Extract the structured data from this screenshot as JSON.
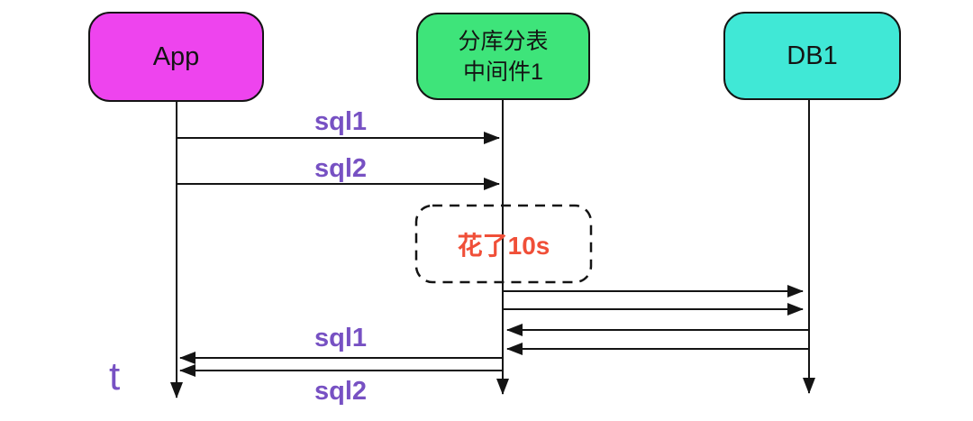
{
  "actors": {
    "app": {
      "label": "App",
      "fill": "#ee44ee"
    },
    "middleware": {
      "label_line1": "分库分表",
      "label_line2": "中间件1",
      "fill": "#3ee47a"
    },
    "db1": {
      "label": "DB1",
      "fill": "#40e8d6"
    }
  },
  "flows": [
    {
      "from": "App",
      "to": "分库分表中间件1",
      "label": "sql1"
    },
    {
      "from": "App",
      "to": "分库分表中间件1",
      "label": "sql2"
    },
    {
      "from": "分库分表中间件1",
      "to": "DB1",
      "label": ""
    },
    {
      "from": "分库分表中间件1",
      "to": "DB1",
      "label": ""
    },
    {
      "from": "DB1",
      "to": "分库分表中间件1",
      "label": ""
    },
    {
      "from": "DB1",
      "to": "分库分表中间件1",
      "label": ""
    },
    {
      "from": "分库分表中间件1",
      "to": "App",
      "label": "sql1"
    },
    {
      "from": "分库分表中间件1",
      "to": "App",
      "label": "sql2"
    }
  ],
  "note": {
    "text": "花了10s",
    "text_color": "#f04f38"
  },
  "time_label": "t",
  "colors": {
    "line": "#141414",
    "message_label_text": "#7751c3",
    "background": "#ffffff"
  }
}
